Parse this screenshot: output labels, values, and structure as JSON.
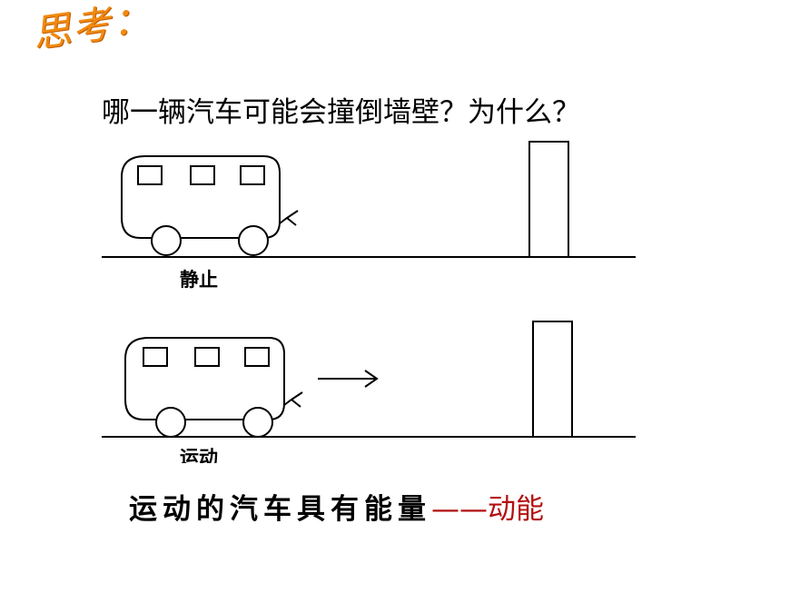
{
  "title": "思考：",
  "question": "哪一辆汽车可能会撞倒墙壁？为什么？",
  "scenes": {
    "static_label": "静止",
    "moving_label": "运动"
  },
  "conclusion": {
    "main": "运动的汽车具有能量",
    "dash": "——",
    "term": "动能"
  },
  "colors": {
    "title": "#f08a10",
    "term": "#b31010"
  }
}
